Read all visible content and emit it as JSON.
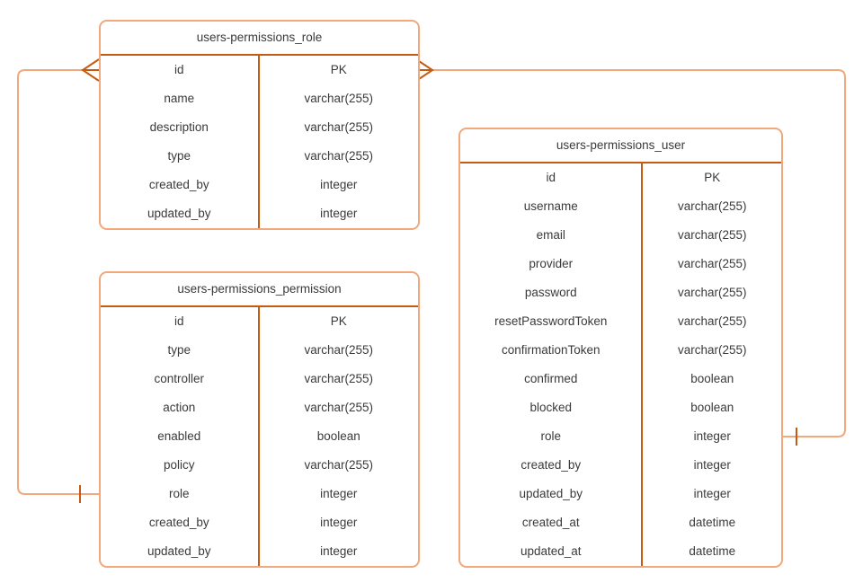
{
  "diagram": {
    "tables": [
      {
        "title": "users-permissions_role",
        "rows": [
          {
            "field": "id",
            "type": "PK"
          },
          {
            "field": "name",
            "type": "varchar(255)"
          },
          {
            "field": "description",
            "type": "varchar(255)"
          },
          {
            "field": "type",
            "type": "varchar(255)"
          },
          {
            "field": "created_by",
            "type": "integer"
          },
          {
            "field": "updated_by",
            "type": "integer"
          }
        ]
      },
      {
        "title": "users-permissions_permission",
        "rows": [
          {
            "field": "id",
            "type": "PK"
          },
          {
            "field": "type",
            "type": "varchar(255)"
          },
          {
            "field": "controller",
            "type": "varchar(255)"
          },
          {
            "field": "action",
            "type": "varchar(255)"
          },
          {
            "field": "enabled",
            "type": "boolean"
          },
          {
            "field": "policy",
            "type": "varchar(255)"
          },
          {
            "field": "role",
            "type": "integer"
          },
          {
            "field": "created_by",
            "type": "integer"
          },
          {
            "field": "updated_by",
            "type": "integer"
          }
        ]
      },
      {
        "title": "users-permissions_user",
        "rows": [
          {
            "field": "id",
            "type": "PK"
          },
          {
            "field": "username",
            "type": "varchar(255)"
          },
          {
            "field": "email",
            "type": "varchar(255)"
          },
          {
            "field": "provider",
            "type": "varchar(255)"
          },
          {
            "field": "password",
            "type": "varchar(255)"
          },
          {
            "field": "resetPasswordToken",
            "type": "varchar(255)"
          },
          {
            "field": "confirmationToken",
            "type": "varchar(255)"
          },
          {
            "field": "confirmed",
            "type": "boolean"
          },
          {
            "field": "blocked",
            "type": "boolean"
          },
          {
            "field": "role",
            "type": "integer"
          },
          {
            "field": "created_by",
            "type": "integer"
          },
          {
            "field": "updated_by",
            "type": "integer"
          },
          {
            "field": "created_at",
            "type": "datetime"
          },
          {
            "field": "updated_at",
            "type": "datetime"
          }
        ]
      }
    ],
    "relationships": [
      {
        "from_table": "users-permissions_permission",
        "from_field": "role",
        "from_marker": "one",
        "to_table": "users-permissions_role",
        "to_field": "id",
        "to_marker": "many"
      },
      {
        "from_table": "users-permissions_user",
        "from_field": "role",
        "from_marker": "one",
        "to_table": "users-permissions_role",
        "to_field": "id",
        "to_marker": "many"
      }
    ],
    "colors": {
      "table_border": "#f0a87c",
      "divider": "#c45b10",
      "connector_line": "#f0a87c",
      "marker": "#c45b10",
      "text": "#3a3a3a",
      "background": "#ffffff"
    }
  }
}
